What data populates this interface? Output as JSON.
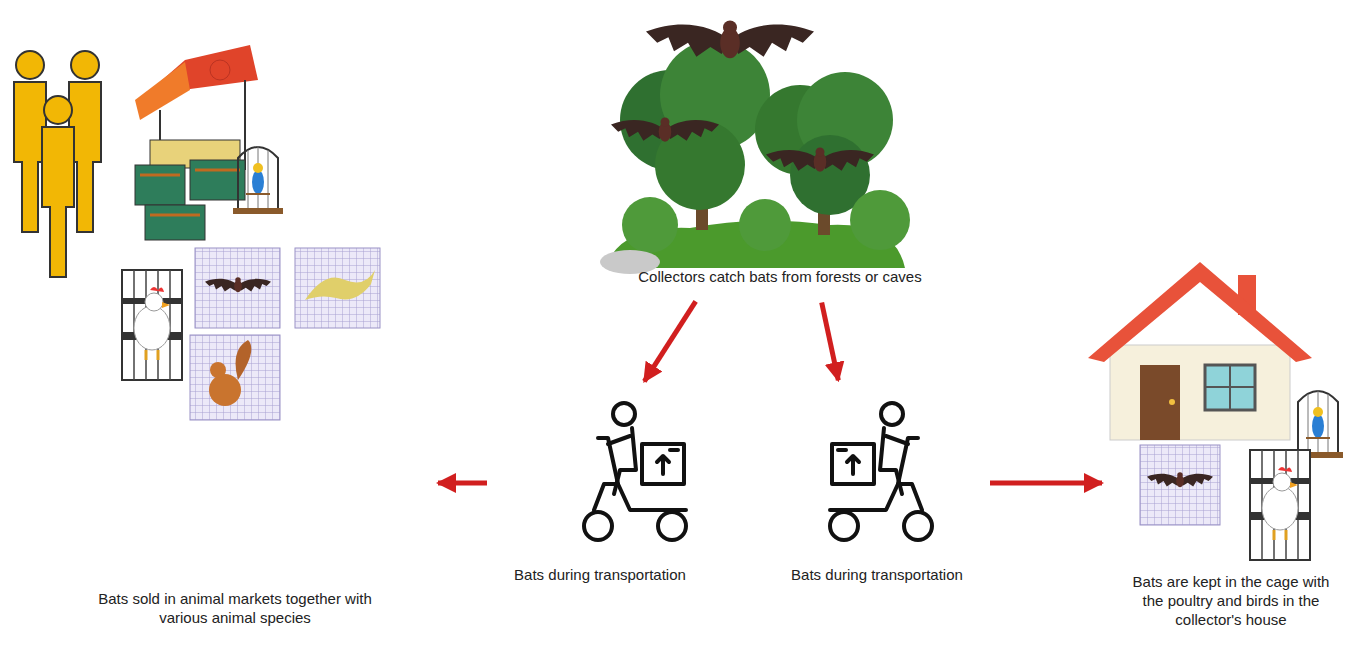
{
  "diagram": {
    "nodes": [
      {
        "text": [
          "Collectors catch bats from forests or caves"
        ]
      },
      {
        "text": [
          "Bats during transportation"
        ]
      },
      {
        "text": [
          "Bats during transportation"
        ]
      },
      {
        "text": [
          "Bats sold in animal markets together with various animal species"
        ]
      },
      {
        "text": [
          "Bats are kept in the cage with the poultry and birds in the collector's house"
        ]
      }
    ],
    "edges": [
      {
        "from": 0,
        "to": 1,
        "arrow": "to"
      },
      {
        "from": 0,
        "to": 2,
        "arrow": "to"
      },
      {
        "from": 1,
        "to": 3,
        "arrow": "to"
      },
      {
        "from": 2,
        "to": 4,
        "arrow": "to"
      }
    ]
  }
}
